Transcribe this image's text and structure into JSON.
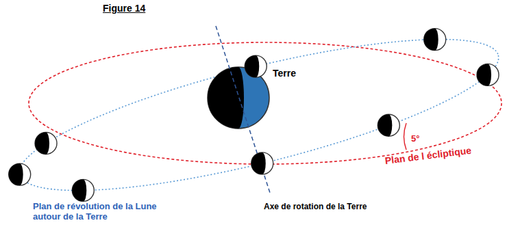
{
  "diagram": {
    "title": "Figure 14",
    "labels": [
      "Terre",
      "Plan de l écliptique",
      "5°",
      "Plan de révolution de la Lune autour de la Terre",
      "Axe de rotation de la Terre"
    ]
  }
}
